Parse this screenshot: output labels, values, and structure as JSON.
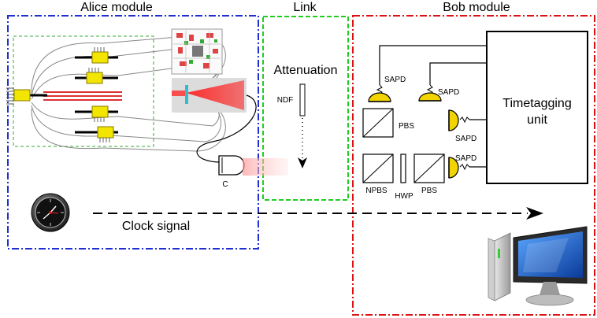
{
  "modules": {
    "alice": {
      "title": "Alice module",
      "color": "#1f2fd0"
    },
    "link": {
      "title": "Link",
      "color": "#22cc22"
    },
    "bob": {
      "title": "Bob module",
      "color": "#dd1111"
    }
  },
  "labels": {
    "attenuation": "Attenuation",
    "ndf": "NDF",
    "detector_c": "C",
    "clock_signal": "Clock signal",
    "timetagging_line1": "Timetagging",
    "timetagging_line2": "unit",
    "sapd": "SAPD",
    "pbs": "PBS",
    "npbs": "NPBS",
    "hwp": "HWP"
  },
  "colors": {
    "chip_box": "#33aa33",
    "modulator": "#f2e600",
    "laser_beam": "#ff1a1a",
    "detector": "#f2d400"
  },
  "icons": [
    "clock-icon",
    "computer-icon",
    "photonic-chip-icon",
    "microchip-die-icon"
  ]
}
